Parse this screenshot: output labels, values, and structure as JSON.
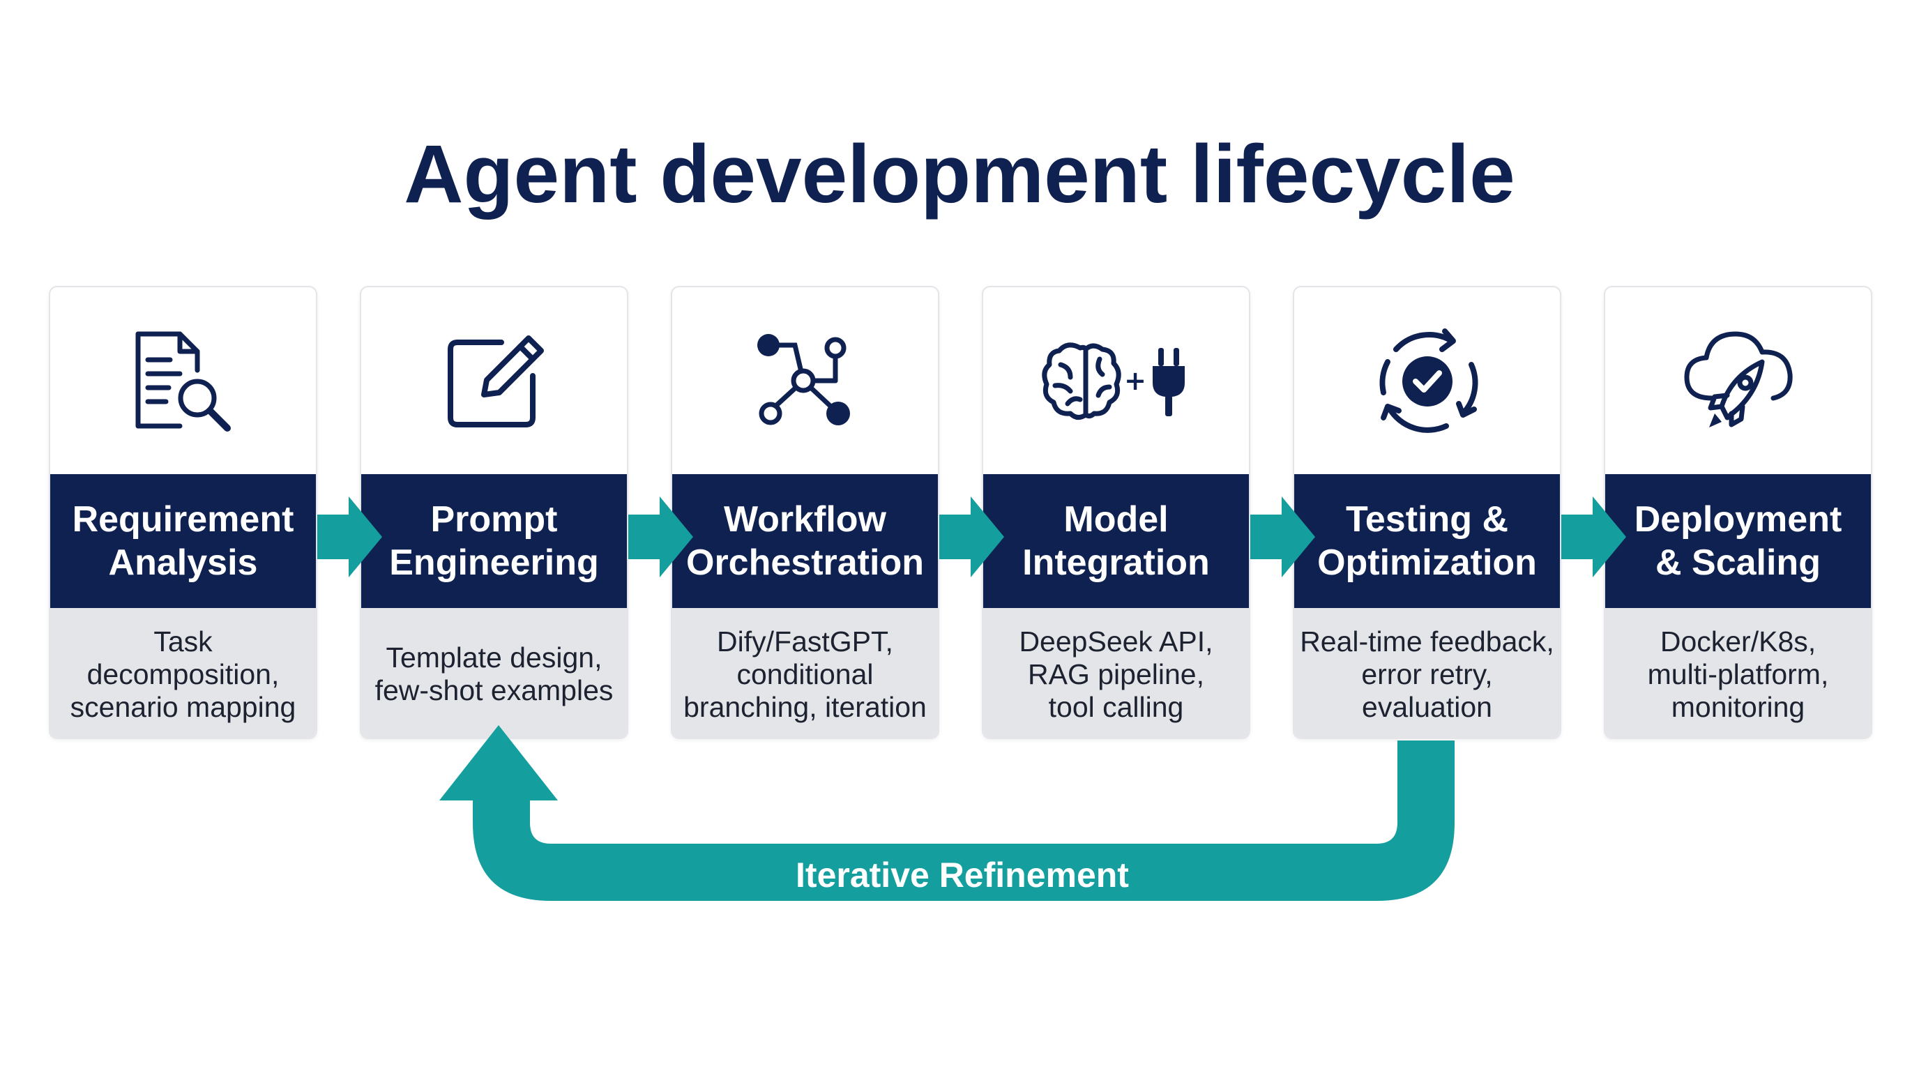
{
  "title": "Agent development lifecycle",
  "colors": {
    "navy": "#0f2150",
    "teal": "#159e9e",
    "light_gray": "#e4e5e8"
  },
  "stages": [
    {
      "icon": "document-search-icon",
      "name": "Requirement\nAnalysis",
      "desc": "Task decomposition,\nscenario mapping"
    },
    {
      "icon": "edit-pencil-icon",
      "name": "Prompt\nEngineering",
      "desc": "Template design,\nfew-shot examples"
    },
    {
      "icon": "workflow-nodes-icon",
      "name": "Workflow\nOrchestration",
      "desc": "Dify/FastGPT,\nconditional\nbranching, iteration"
    },
    {
      "icon": "brain-plug-icon",
      "name": "Model\nIntegration",
      "desc": "DeepSeek API,\nRAG pipeline,\ntool calling"
    },
    {
      "icon": "cycle-check-icon",
      "name": "Testing &\nOptimization",
      "desc": "Real-time feedback,\nerror retry,\nevaluation"
    },
    {
      "icon": "cloud-rocket-icon",
      "name": "Deployment\n& Scaling",
      "desc": "Docker/K8s,\nmulti-platform,\nmonitoring"
    }
  ],
  "feedback_loop": {
    "label": "Iterative Refinement"
  }
}
